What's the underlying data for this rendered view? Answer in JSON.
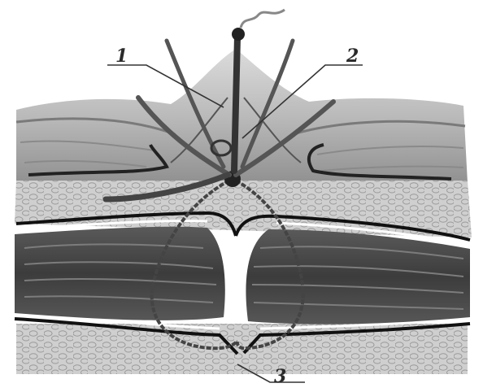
{
  "figure": {
    "callouts": {
      "one": "1",
      "two": "2",
      "three": "3"
    }
  },
  "colors": {
    "background": "#ffffff",
    "skin_light": "#d6d6d6",
    "skin_mid": "#a9a9a9",
    "fat": "#c8c8c8",
    "fascia": "#1a1a1a",
    "muscle_dark": "#4a4a4a",
    "muscle_mid": "#6b6b6b",
    "thread": "#444444",
    "instrument": "#3a3a3a"
  }
}
